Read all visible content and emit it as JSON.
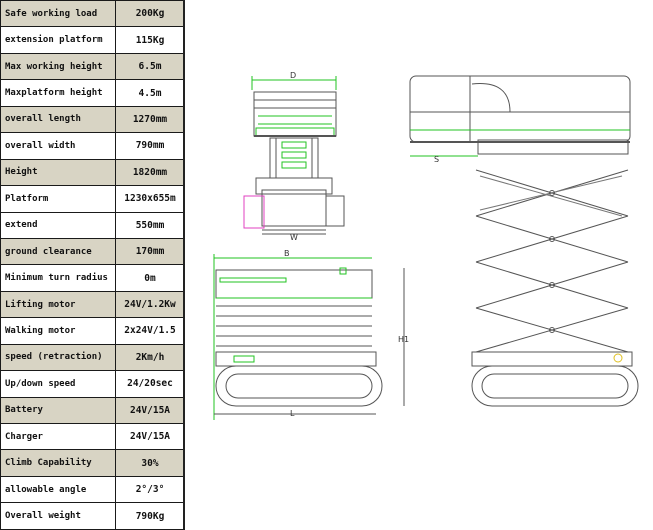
{
  "specs": [
    {
      "label": "Safe working load",
      "value": "200Kg"
    },
    {
      "label": "extension platform",
      "value": "115Kg"
    },
    {
      "label": "Max working height",
      "value": "6.5m"
    },
    {
      "label": "Maxplatform height",
      "value": "4.5m"
    },
    {
      "label": "overall length",
      "value": "1270mm"
    },
    {
      "label": "overall width",
      "value": "790mm"
    },
    {
      "label": "Height",
      "value": "1820mm"
    },
    {
      "label": "Platform",
      "value": "1230x655m"
    },
    {
      "label": "extend",
      "value": "550mm"
    },
    {
      "label": "ground clearance",
      "value": "170mm"
    },
    {
      "label": "Minimum turn radius",
      "value": "0m"
    },
    {
      "label": "Lifting motor",
      "value": "24V/1.2Kw"
    },
    {
      "label": "Walking motor",
      "value": "2x24V/1.5"
    },
    {
      "label": "speed (retraction)",
      "value": "2Km/h"
    },
    {
      "label": "Up/down speed",
      "value": "24/20sec"
    },
    {
      "label": "Battery",
      "value": "24V/15A"
    },
    {
      "label": "Charger",
      "value": "24V/15A"
    },
    {
      "label": "Climb Capability",
      "value": "30%"
    },
    {
      "label": "allowable angle",
      "value": "2°/3°"
    },
    {
      "label": "Overall weight",
      "value": "790Kg"
    }
  ],
  "shaded_rows": [
    0,
    2,
    4,
    6,
    9,
    11,
    13,
    15,
    17
  ],
  "drawings": {
    "dims": {
      "D": "D",
      "W": "W",
      "B": "B",
      "H1": "H1",
      "L": "L",
      "S": "S"
    },
    "colors": {
      "line": "#555555",
      "accent": "#22c322",
      "pink": "#e040c0"
    }
  }
}
